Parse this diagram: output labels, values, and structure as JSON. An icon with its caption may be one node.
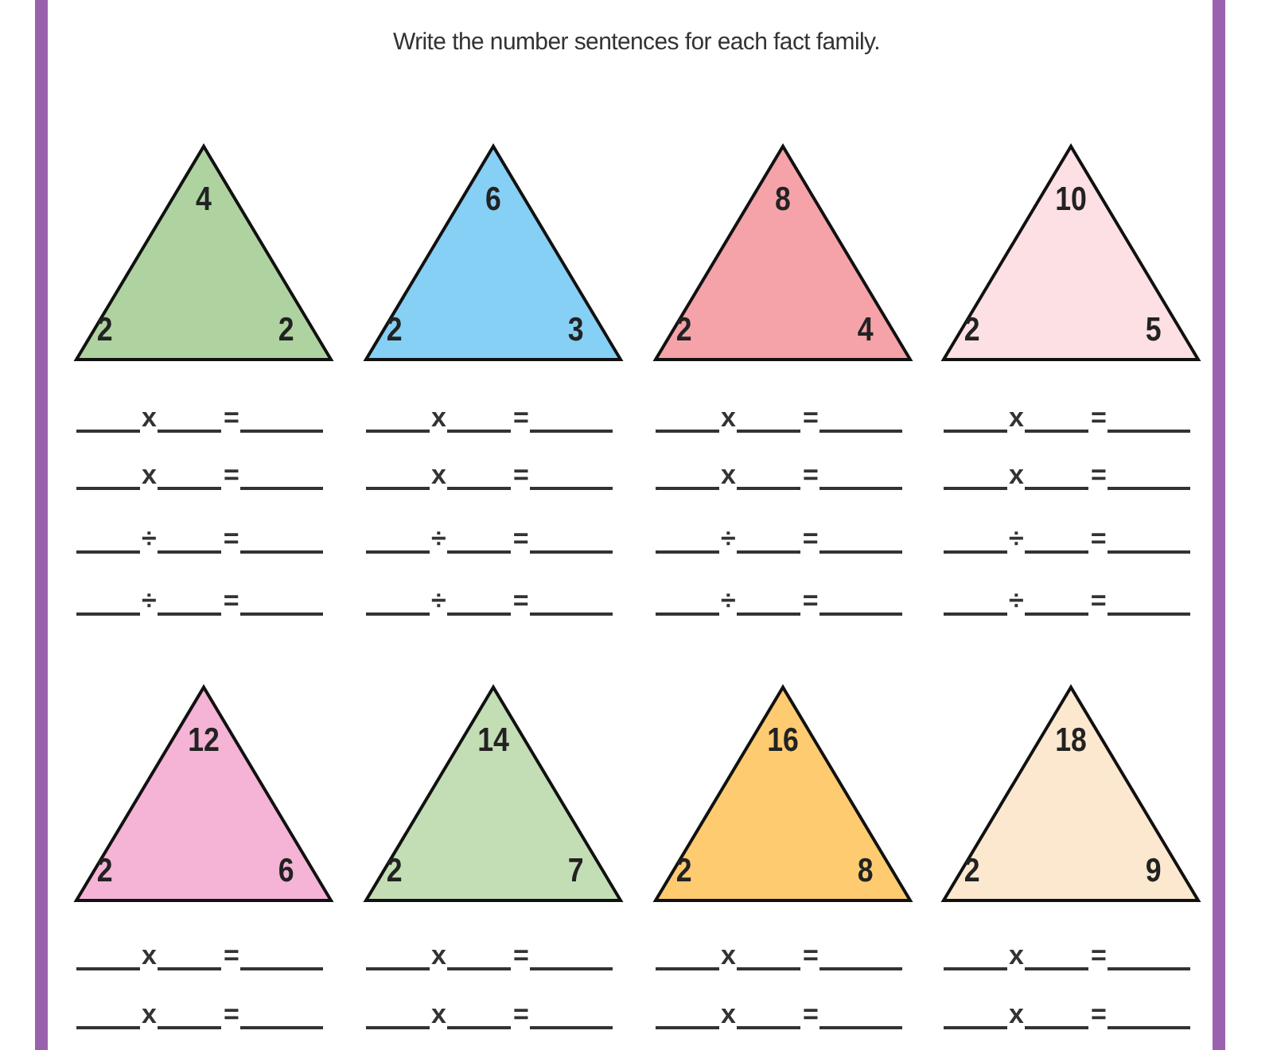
{
  "diagram": {
    "nodes": [
      {
        "text": [
          "4",
          "2",
          "2"
        ]
      },
      {
        "text": [
          "6",
          "2",
          "3"
        ]
      },
      {
        "text": [
          "8",
          "2",
          "4"
        ]
      },
      {
        "text": [
          "10",
          "2",
          "5"
        ]
      },
      {
        "text": [
          "12",
          "2",
          "6"
        ]
      },
      {
        "text": [
          "14",
          "2",
          "7"
        ]
      },
      {
        "text": [
          "16",
          "2",
          "8"
        ]
      },
      {
        "text": [
          "18",
          "2",
          "9"
        ]
      }
    ],
    "labels": [
      "Write the number sentences for each fact family.",
      "x",
      "=",
      "x",
      "=",
      "x",
      "=",
      "x",
      "=",
      "x",
      "=",
      "x",
      "=",
      "x",
      "=",
      "x",
      "=",
      "÷",
      "=",
      "÷",
      "=",
      "÷",
      "=",
      "÷",
      "=",
      "÷",
      "=",
      "÷",
      "=",
      "÷",
      "=",
      "÷",
      "=",
      "x",
      "=",
      "x",
      "=",
      "x",
      "=",
      "x",
      "=",
      "x",
      "=",
      "x",
      "=",
      "x",
      "=",
      "x",
      "="
    ]
  }
}
